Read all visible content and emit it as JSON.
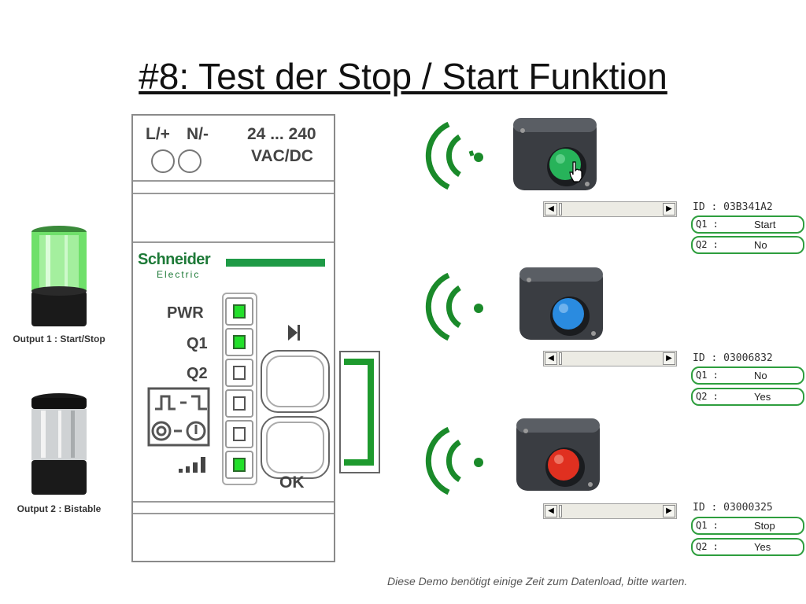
{
  "title": "#8: Test der Stop / Start Funktion",
  "lamps": [
    {
      "label": "Output 1 : Start/Stop",
      "state": "green"
    },
    {
      "label": "Output 2 : Bistable",
      "state": "off"
    }
  ],
  "module": {
    "terminal_l": "L/+",
    "terminal_n": "N/-",
    "voltage_range": "24 ... 240",
    "voltage_type": "VAC/DC",
    "brand": "Schneider",
    "brand_sub": "Electric",
    "led_labels": [
      "PWR",
      "Q1",
      "Q2"
    ],
    "leds_on": [
      true,
      true,
      false,
      false,
      false,
      true
    ],
    "ok_label": "OK"
  },
  "pushbuttons": [
    {
      "color": "#27b35a",
      "id": "ID :  03B341A2",
      "q1_key": "Q1 :",
      "q1": "Start",
      "q2_key": "Q2 :",
      "q2": "No"
    },
    {
      "color": "#2a8be0",
      "id": "ID :  03006832",
      "q1_key": "Q1 :",
      "q1": "No",
      "q2_key": "Q2 :",
      "q2": "Yes"
    },
    {
      "color": "#e03020",
      "id": "ID :  03000325",
      "q1_key": "Q1 :",
      "q1": "Stop",
      "q2_key": "Q2 :",
      "q2": "Yes"
    }
  ],
  "scrollbar": {
    "left_arrow": "◀",
    "right_arrow": "▶"
  },
  "note": "Diese Demo benötigt einige Zeit zum Datenload, bitte warten."
}
